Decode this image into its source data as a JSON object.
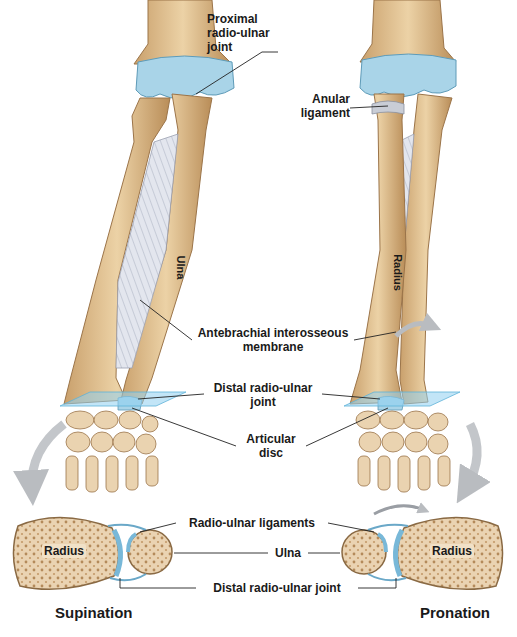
{
  "diagram": {
    "labels": [
      "Proximal radio-ulnar joint",
      "Anular ligament",
      "Ulna",
      "Radius",
      "Antebrachial interosseous membrane",
      "Distal radio-ulnar joint",
      "Articular disc",
      "Radio-ulnar ligaments",
      "Radius",
      "Ulna",
      "Radius",
      "Distal radio-ulnar joint",
      "Supination",
      "Pronation"
    ]
  }
}
